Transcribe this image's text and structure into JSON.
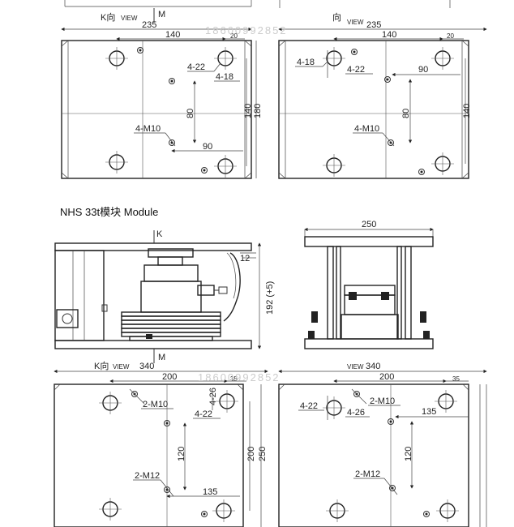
{
  "module_title": "NHS 33t模块 Module",
  "watermark": "18600992852",
  "views": {
    "k_view_left": "K向",
    "k_view_left_sub": "VIEW",
    "k_view_right": "向",
    "k_view_right_sub": "VIEW",
    "k_view_right_bottom": "VIEW",
    "m_marker": "M",
    "k_marker": "K"
  },
  "top_left_plate": {
    "width": "235",
    "hole_span": "140",
    "edge": "20",
    "holes_large": "4-22",
    "holes_small": "4-18",
    "vertical_inner": "80",
    "vertical_mid": "140",
    "vertical_outer": "180",
    "tapped": "4-M10",
    "horizontal_inner": "90"
  },
  "top_right_plate": {
    "width": "235",
    "hole_span": "140",
    "edge": "20",
    "holes_small": "4-18",
    "holes_large": "4-22",
    "horizontal_inner": "90",
    "vertical_inner": "80",
    "vertical_mid": "140",
    "tapped": "4-M10"
  },
  "front_view": {
    "edge": "12",
    "height": "192 (+5)"
  },
  "side_view": {
    "width": "250"
  },
  "bottom_left_plate": {
    "width": "340",
    "hole_span": "200",
    "edge": "35",
    "tapped_a": "2-M10",
    "holes_a": "4-26",
    "holes_b": "4-22",
    "vertical_inner": "120",
    "vertical_mid": "200",
    "vertical_outer": "250",
    "tapped_b": "2-M12",
    "horizontal_inner": "135"
  },
  "bottom_right_plate": {
    "width": "340",
    "hole_span": "200",
    "edge": "35",
    "holes_b": "4-22",
    "tapped_a": "2-M10",
    "holes_a": "4-26",
    "horizontal_inner": "135",
    "vertical_inner": "120",
    "tapped_b": "2-M12"
  }
}
